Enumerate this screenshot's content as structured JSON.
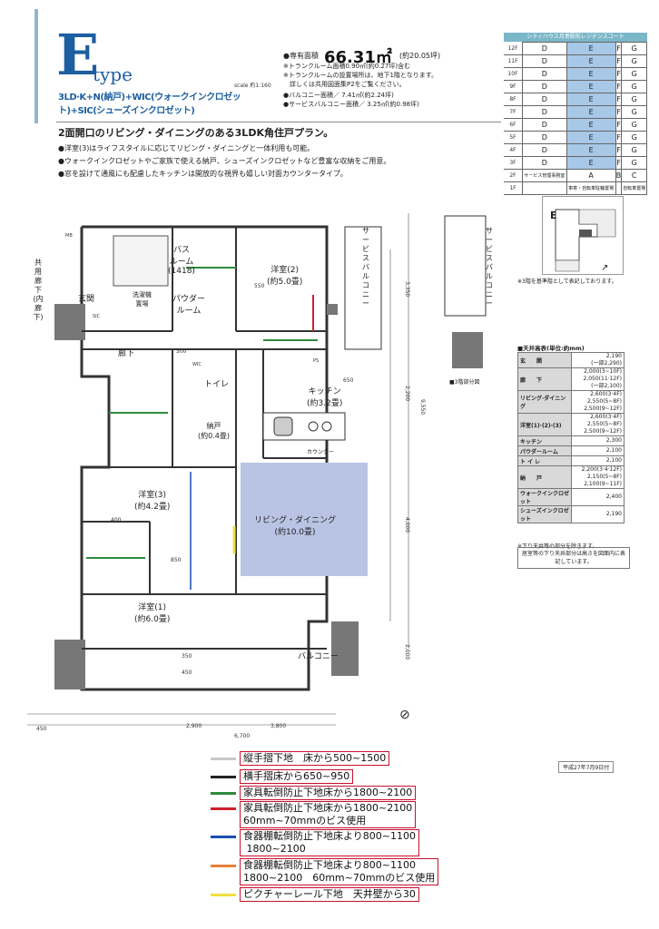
{
  "header": {
    "letter": "E",
    "type_word": "type",
    "scale": "scale 約1:160",
    "plan_code": "3LD·K+N(納戸)+WIC(ウォークインクロゼット)+SIC(シューズインクロゼット)",
    "area_label": "●専有面積",
    "area_value": "66.31㎡",
    "area_tsubo": "(約20.05坪)",
    "spec_lines": [
      "※トランクルーム面積0.90㎡(約0.27坪)含む",
      "※トランクルームの設置場所は、地下1階となります。",
      "　詳しくは共用図面集P2をご覧ください。",
      "●バルコニー面積／ 7.41㎡(約2.24坪)",
      "●サービスバルコニー面積／ 3.25㎡(約0.98坪)"
    ],
    "headline": "2面開口のリビング・ダイニングのある3LDK角住戸プラン。",
    "bullets": [
      "●洋室(3)はライフスタイルに応じてリビング・ダイニングと一体利用も可能。",
      "●ウォークインクロゼットやご家族で使える納戸、シューズインクロゼットなど豊富な収納をご用意。",
      "●窓を設けて通風にも配慮したキッチンは開放的な視界も嬉しい対面カウンタータイプ。"
    ]
  },
  "floor_table": {
    "title": "シティハウス月島駅前レジデンスコート",
    "rows": [
      {
        "floor": "12F",
        "cells": [
          "D",
          "E",
          "F",
          "G"
        ]
      },
      {
        "floor": "11F",
        "cells": [
          "D",
          "E",
          "F",
          "G"
        ]
      },
      {
        "floor": "10F",
        "cells": [
          "D",
          "E",
          "F",
          "G"
        ]
      },
      {
        "floor": "9F",
        "cells": [
          "D",
          "E",
          "F",
          "G"
        ]
      },
      {
        "floor": "8F",
        "cells": [
          "D",
          "E",
          "F",
          "G"
        ]
      },
      {
        "floor": "7F",
        "cells": [
          "D",
          "E",
          "F",
          "G"
        ]
      },
      {
        "floor": "6F",
        "cells": [
          "D",
          "E",
          "F",
          "G"
        ]
      },
      {
        "floor": "5F",
        "cells": [
          "D",
          "E",
          "F",
          "G"
        ]
      },
      {
        "floor": "4F",
        "cells": [
          "D",
          "E",
          "F",
          "G"
        ]
      },
      {
        "floor": "3F",
        "cells": [
          "D",
          "E",
          "F",
          "G"
        ]
      },
      {
        "floor": "2F",
        "cells": [
          "サービス管理事務室",
          "A",
          "B",
          "C"
        ]
      },
      {
        "floor": "1F",
        "cells": [
          "",
          "車寄・自転車駐輪置場",
          "",
          "自転車置場"
        ]
      }
    ],
    "highlight_col": 1
  },
  "keyplan": {
    "letter": "E",
    "note": "※3階を基準階として表記しております。"
  },
  "ceiling": {
    "title": "■天井高表(単位:約mm)",
    "rows": [
      {
        "label": "玄　　関",
        "value": "2,190\n(一部2,290)"
      },
      {
        "label": "廊　　下",
        "value": "2,000(3~10F)\n2,050(11·12F)\n(一部2,100)"
      },
      {
        "label": "リビング·ダイニング",
        "value": "2,600(3·4F)\n2,550(5~8F)\n2,500(9~12F)"
      },
      {
        "label": "洋室(1)·(2)·(3)",
        "value": "2,600(3·4F)\n2,550(5~8F)\n2,500(9~12F)"
      },
      {
        "label": "キッチン",
        "value": "2,300"
      },
      {
        "label": "パウダールーム",
        "value": "2,100"
      },
      {
        "label": "ト イ レ",
        "value": "2,100"
      },
      {
        "label": "納　　戸",
        "value": "2,200(3·4·12F)\n2,150(5~8F)\n2,100(9~11F)"
      },
      {
        "label": "ウォークインクロゼット",
        "value": "2,400"
      },
      {
        "label": "シューズインクロゼット",
        "value": "2,190"
      }
    ],
    "note1": "※下り天井等の部分を除きます。",
    "note2": "居室等の下り天井部分は高さを図面内に表記しています。"
  },
  "plan": {
    "rooms": {
      "bath": "バス\nルーム\n(1418)",
      "western2": "洋室(2)\n(約5.0畳)",
      "entrance": "玄関",
      "washroom": "洗濯機\n置場",
      "powder": "パウダー\nルーム",
      "corridor": "廊下",
      "toilet": "トイレ",
      "kitchen": "キッチン\n(約3.2畳)",
      "storage": "納戸\n(約0.4畳)",
      "western3": "洋室(3)\n(約4.2畳)",
      "living": "リビング・ダイニング\n(約10.0畳)",
      "western1": "洋室(1)\n(約6.0畳)",
      "balcony": "バルコニー",
      "service_balcony": "サービスバルコニー",
      "common_corridor": "共用廊下(内廊下)",
      "counter": "カウンター",
      "wic": "WIC",
      "sic": "SIC",
      "mb": "MB",
      "ps": "PS",
      "floor3_label": "■3階部分図"
    },
    "dims": {
      "total_width": "6,700",
      "left_width": "2,900",
      "right_width": "3,800",
      "left_margin": "450",
      "d3350": "3,350",
      "d2200": "2,200",
      "d9550": "9,550",
      "d4000": "4,000",
      "d2000": "2,000",
      "d550": "550",
      "d300": "300",
      "d650": "650",
      "d400": "400",
      "d850": "850",
      "d450": "450",
      "d350": "350"
    }
  },
  "legend": [
    {
      "color": "#c8c8c8",
      "text": "縦手摺下地　床から500~1500"
    },
    {
      "color": "#222222",
      "text": "横手摺床から650~950"
    },
    {
      "color": "#2e8b3c",
      "text": "家具転倒防止下地床から1800~2100"
    },
    {
      "color": "#d0202e",
      "text": "家具転倒防止下地床から1800~2100\n60mm~70mmのビス使用"
    },
    {
      "color": "#1a4fb0",
      "text": "食器棚転倒防止下地床より800~1100\n 1800~2100"
    },
    {
      "color": "#e8803a",
      "text": "食器棚転倒防止下地床より800~1100\n1800~2100　60mm~70mmのビス使用"
    },
    {
      "color": "#f0e040",
      "text": "ピクチャーレール下地　天井壁から30"
    }
  ],
  "date": "平成27年7月9日付"
}
